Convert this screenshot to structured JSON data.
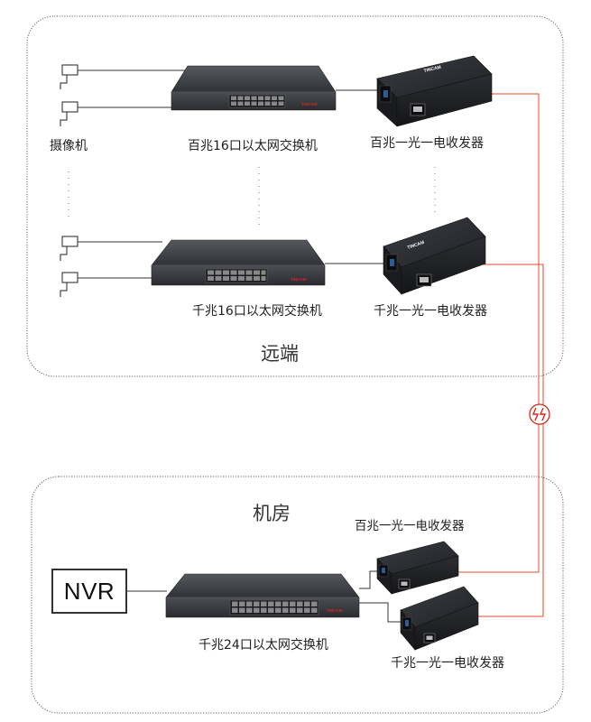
{
  "remote": {
    "title": "远端",
    "camera_label": "摄像机",
    "switch_100_label": "百兆16口以太网交换机",
    "switch_1000_label": "千兆16口以太网交换机",
    "converter_100_label": "百兆一光一电收发器",
    "converter_1000_label": "千兆一光一电收发器"
  },
  "room": {
    "title": "机房",
    "nvr_label": "NVR",
    "switch_24_label": "千兆24口以太网交换机",
    "converter_100_label": "百兆一光一电收发器",
    "converter_1000_label": "千兆一光一电收发器"
  },
  "brand": {
    "switch_logo": "TINCAM",
    "converter_logo": "TINCAM"
  },
  "colors": {
    "fiber": "#e8482c",
    "panel_border": "#555555",
    "device_body": "#2e3034",
    "device_front": "#3d4044",
    "brand_red": "#d8261b"
  }
}
